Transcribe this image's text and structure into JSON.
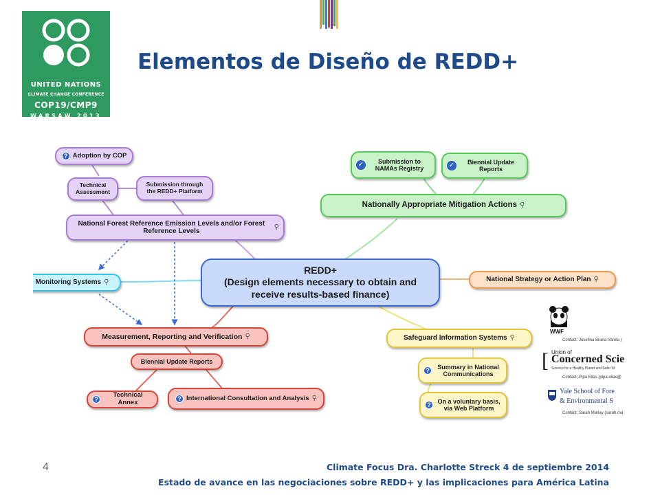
{
  "logo": {
    "line1": "UNITED NATIONS",
    "line2": "CLIMATE CHANGE CONFERENCE",
    "line3": "COP19/CMP9",
    "line4": "WARSAW 2013",
    "color": "#2f9a5f"
  },
  "slide": {
    "title": "Elementos de Diseño de REDD+",
    "title_color": "#1f4a8a",
    "page_number": "4"
  },
  "mindmap": {
    "center": {
      "line1": "REDD+",
      "line2": "(Design elements necessary to obtain and",
      "line3": "receive results-based finance)"
    },
    "nodes": {
      "adoption": "Adoption by COP",
      "technical_assessment": "Technical Assessment",
      "submission_platform": "Submission through the REDD+ Platform",
      "frel": "National Forest Reference Emission Levels and/or Forest Reference Levels",
      "monitoring": "Monitoring Systems",
      "mrv": "Measurement, Reporting and Verification",
      "bur_left": "Biennial Update Reports",
      "technical_annex": "Technical Annex",
      "ica": "International Consultation and Analysis",
      "namas_registry": "Submission to NAMAs Registry",
      "bur_right": "Biennial Update Reports",
      "namas": "Nationally Appropriate Mitigation Actions",
      "strategy": "National Strategy or Action Plan",
      "sis": "Safeguard Information Systems",
      "summary_nc": "Summary in National Communications",
      "voluntary": "On a voluntary basis, via Web Platform"
    },
    "icons": {
      "question": "question-icon",
      "check": "check-icon",
      "link": "link-icon"
    },
    "colors": {
      "purple": "#a77ad6",
      "blue": "#3c69d4",
      "cyan": "#35c4ec",
      "red": "#d6463a",
      "orange": "#ef9a4c",
      "yellow": "#e3c53a",
      "green": "#57c85a"
    }
  },
  "partners": {
    "wwf": {
      "name": "WWF",
      "contact": "Contact: Josefina Brana-Varela ("
    },
    "ucs": {
      "line1": "Union of",
      "line2": "Concerned Scie",
      "tagline": "Science for a Healthy Planet and Safer W",
      "contact": "Contact: Pipa Elias (pipa.elias@"
    },
    "yale": {
      "line1": "Yale School of Fore",
      "line2": "& Environmental S",
      "contact": "Contact: Sarah Marlay (sarah.ma"
    }
  },
  "footer": {
    "line1": "Climate Focus  Dra. Charlotte Streck   4 de septiembre 2014",
    "line2": "Estado de avance en las negociaciones sobre REDD+  y las implicaciones para América Latina"
  }
}
